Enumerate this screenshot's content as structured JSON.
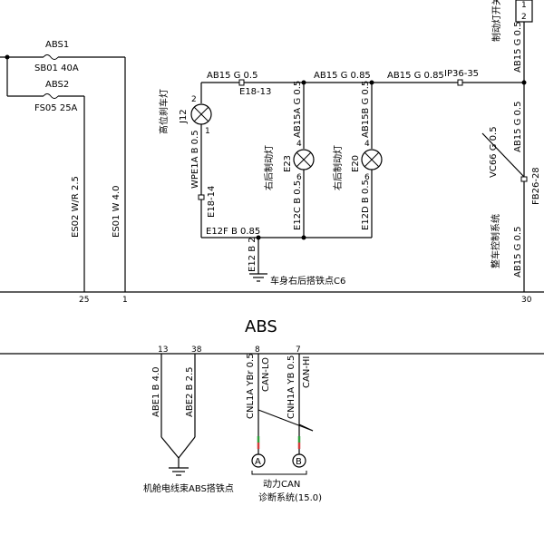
{
  "fuses": {
    "abs1": "ABS1",
    "sb01": "SB01  40A",
    "abs2": "ABS2",
    "fs05": "FS05  25A"
  },
  "wires": {
    "es02": "ES02  W/R  2.5",
    "es01": "ES01  W  4.0",
    "ab15_top1": "AB15  G  0.5",
    "ab15_top2": "AB15  G  0.85",
    "ab15_top3": "AB15  G  0.85",
    "ip36": "IP36-35",
    "e18_13": "E18-13",
    "e18_14": "E18-14",
    "wpe1a": "WPE1A  B  0.5",
    "ab15a": "AB15A  G  0.5",
    "ab15b": "AB15B  G  0.5",
    "e12c": "E12C  B  0.5",
    "e12d": "E12D  B  0.5",
    "e12f": "E12F  B  0.85",
    "e12": "E12  B  2",
    "ab15_r1": "AB15  G  0.5",
    "ab15_r2": "AB15  G  0.5",
    "ab15_r3": "AB15  G  0.5",
    "vc66": "VC66  G  0.5",
    "fb26": "FB26-28",
    "abe1": "ABE1  B  4.0",
    "abe2": "ABE2  B  2.5",
    "cnl1a": "CNL1A  YBr  0.5",
    "can_lo": "CAN-LO",
    "cnh1a": "CNH1A  YB  0.5",
    "can_hi": "CAN-HI"
  },
  "components": {
    "j12_name": "高位刹车灯",
    "j12_code": "J12",
    "e23_name": "右后制动灯",
    "e23_code": "E23",
    "e20_name": "右后制动灯",
    "e20_code": "E20",
    "brake_switch": "制动灯开关",
    "vehicle_control": "整车控制系统"
  },
  "ground": {
    "c6": "车身右后搭铁点C6",
    "abs_ground": "机舱电线束ABS搭铁点"
  },
  "pins": {
    "p25": "25",
    "p1": "1",
    "p30": "30",
    "p13": "13",
    "p38": "38",
    "p8": "8",
    "p7": "7",
    "j12_pin2": "2",
    "j12_pin1": "1",
    "e23_pin4": "4",
    "e23_pin6": "6",
    "e20_pin4": "4",
    "e20_pin6": "6",
    "sw_pin1": "1",
    "sw_pin2": "2"
  },
  "module": {
    "title": "ABS"
  },
  "can": {
    "circle_a": "A",
    "circle_b": "B",
    "bus_line1": "动力CAN",
    "bus_line2": "诊断系统(15.0)"
  },
  "colors": {
    "line": "#000000",
    "can_green": "#2e9e3a",
    "can_red": "#d23b3b"
  }
}
